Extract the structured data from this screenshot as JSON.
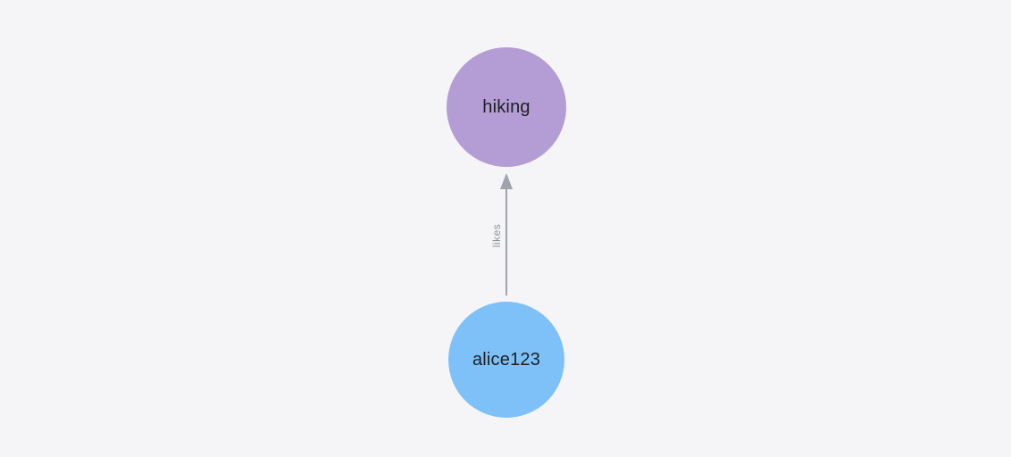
{
  "canvas": {
    "background_color": "#f5f5f7"
  },
  "nodes": [
    {
      "id": "hiking",
      "label": "hiking",
      "fill_color": "#b49cd4",
      "text_color": "#1d1f23"
    },
    {
      "id": "alice123",
      "label": "alice123",
      "fill_color": "#7dc1f8",
      "text_color": "#1d1f23"
    }
  ],
  "edges": [
    {
      "label": "likes",
      "from": "alice123",
      "to": "hiking",
      "direction": "up",
      "line_color": "#9ea3ac",
      "label_color": "#8d939c"
    }
  ]
}
